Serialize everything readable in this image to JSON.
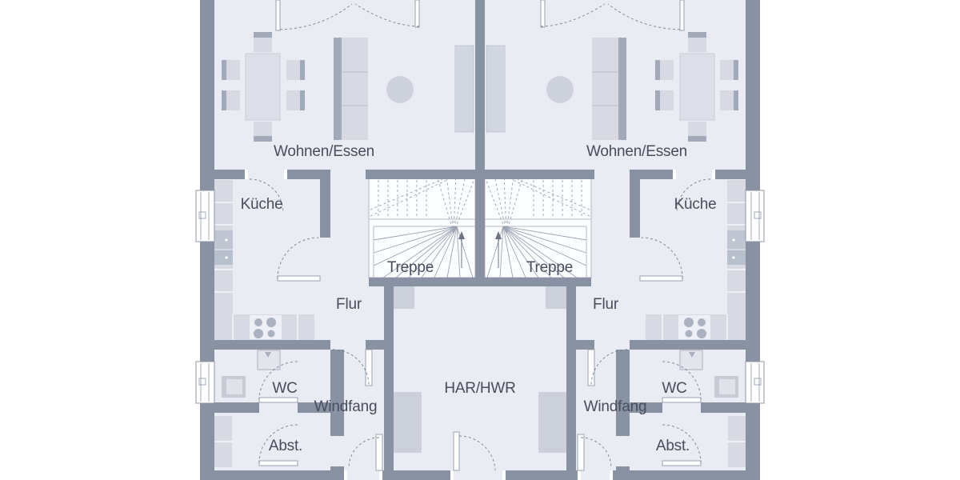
{
  "plan": {
    "left_unit": {
      "living": "Wohnen/Essen",
      "kitchen": "Küche",
      "stairs": "Treppe",
      "hall": "Flur",
      "wc": "WC",
      "vestibule": "Windfang",
      "storage": "Abst."
    },
    "right_unit": {
      "living": "Wohnen/Essen",
      "kitchen": "Küche",
      "stairs": "Treppe",
      "hall": "Flur",
      "wc": "WC",
      "vestibule": "Windfang",
      "storage": "Abst."
    },
    "shared": {
      "utility": "HAR/HWR"
    },
    "colors": {
      "background": "#ffffff",
      "wall": "#8992a3",
      "floor": "#e9ecf2",
      "furniture": "#d7dae3",
      "furniture_dark": "#a2aab9",
      "text": "#474d5b"
    }
  }
}
